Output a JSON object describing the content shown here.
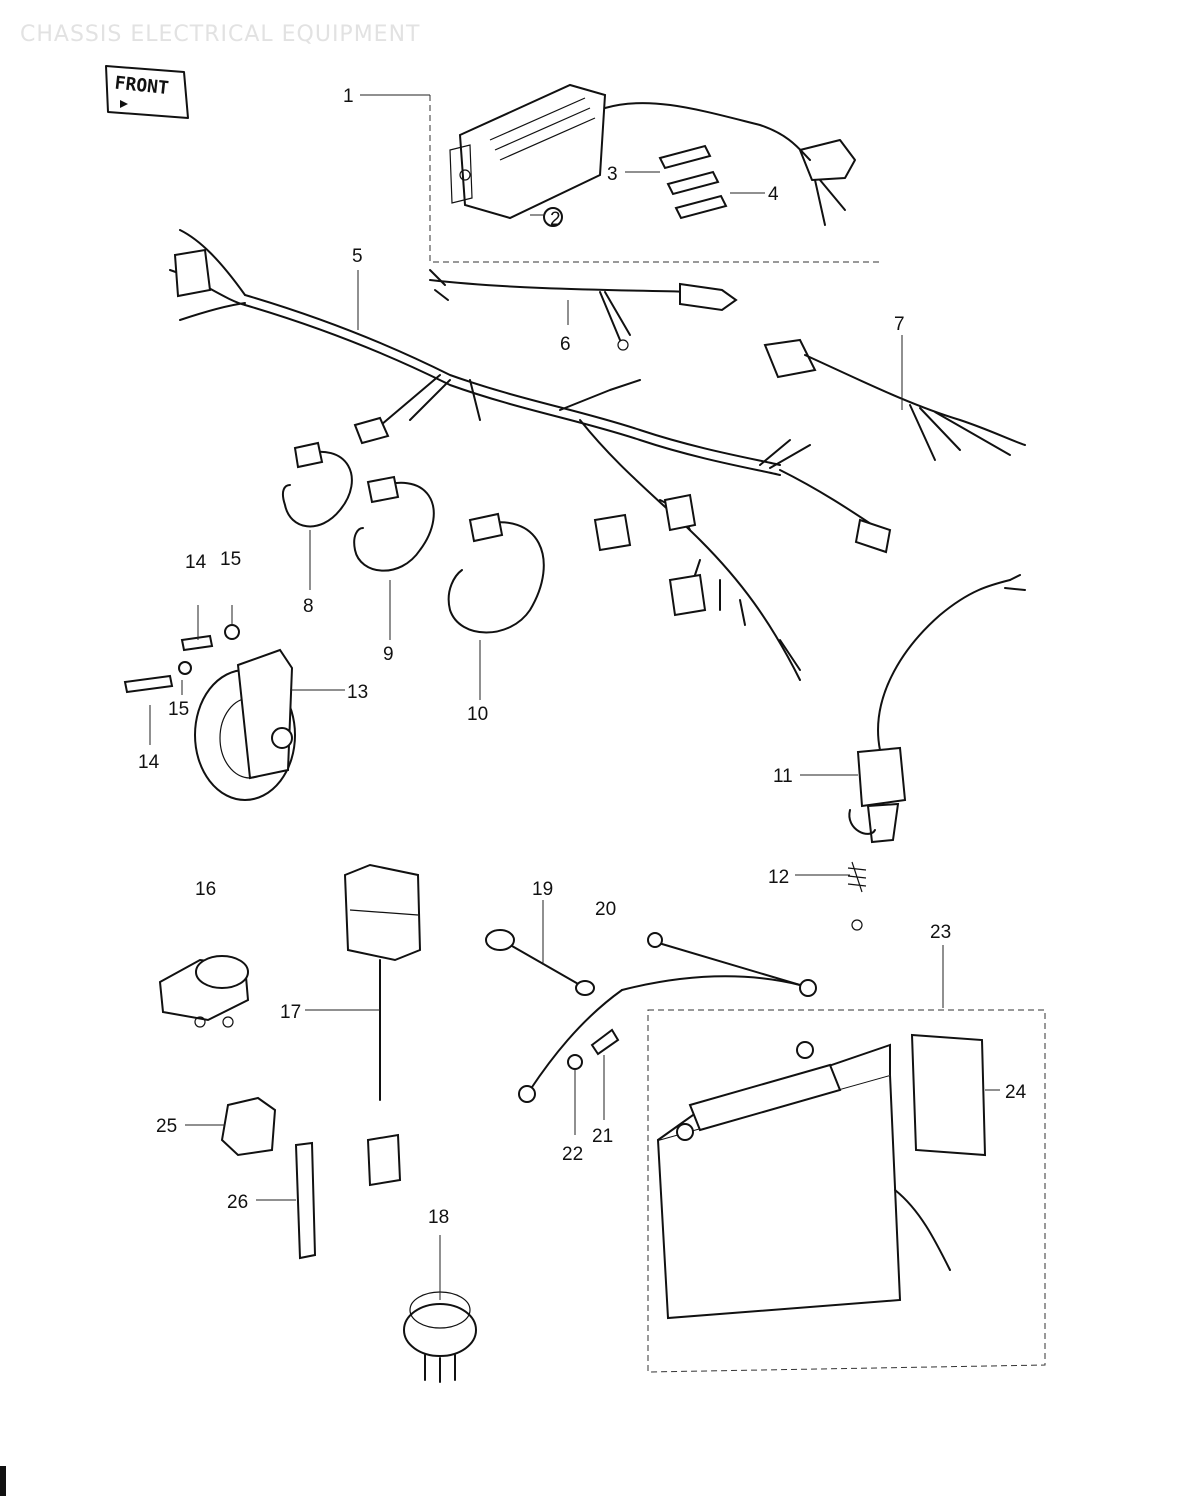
{
  "page": {
    "title": "CHASSIS ELECTRICAL EQUIPMENT",
    "front_label": "FRONT"
  },
  "callouts": [
    "1",
    "2",
    "3",
    "4",
    "5",
    "6",
    "7",
    "8",
    "9",
    "10",
    "11",
    "12",
    "13",
    "14",
    "15",
    "14",
    "15",
    "16",
    "17",
    "18",
    "19",
    "20",
    "21",
    "22",
    "23",
    "24",
    "25",
    "26"
  ]
}
